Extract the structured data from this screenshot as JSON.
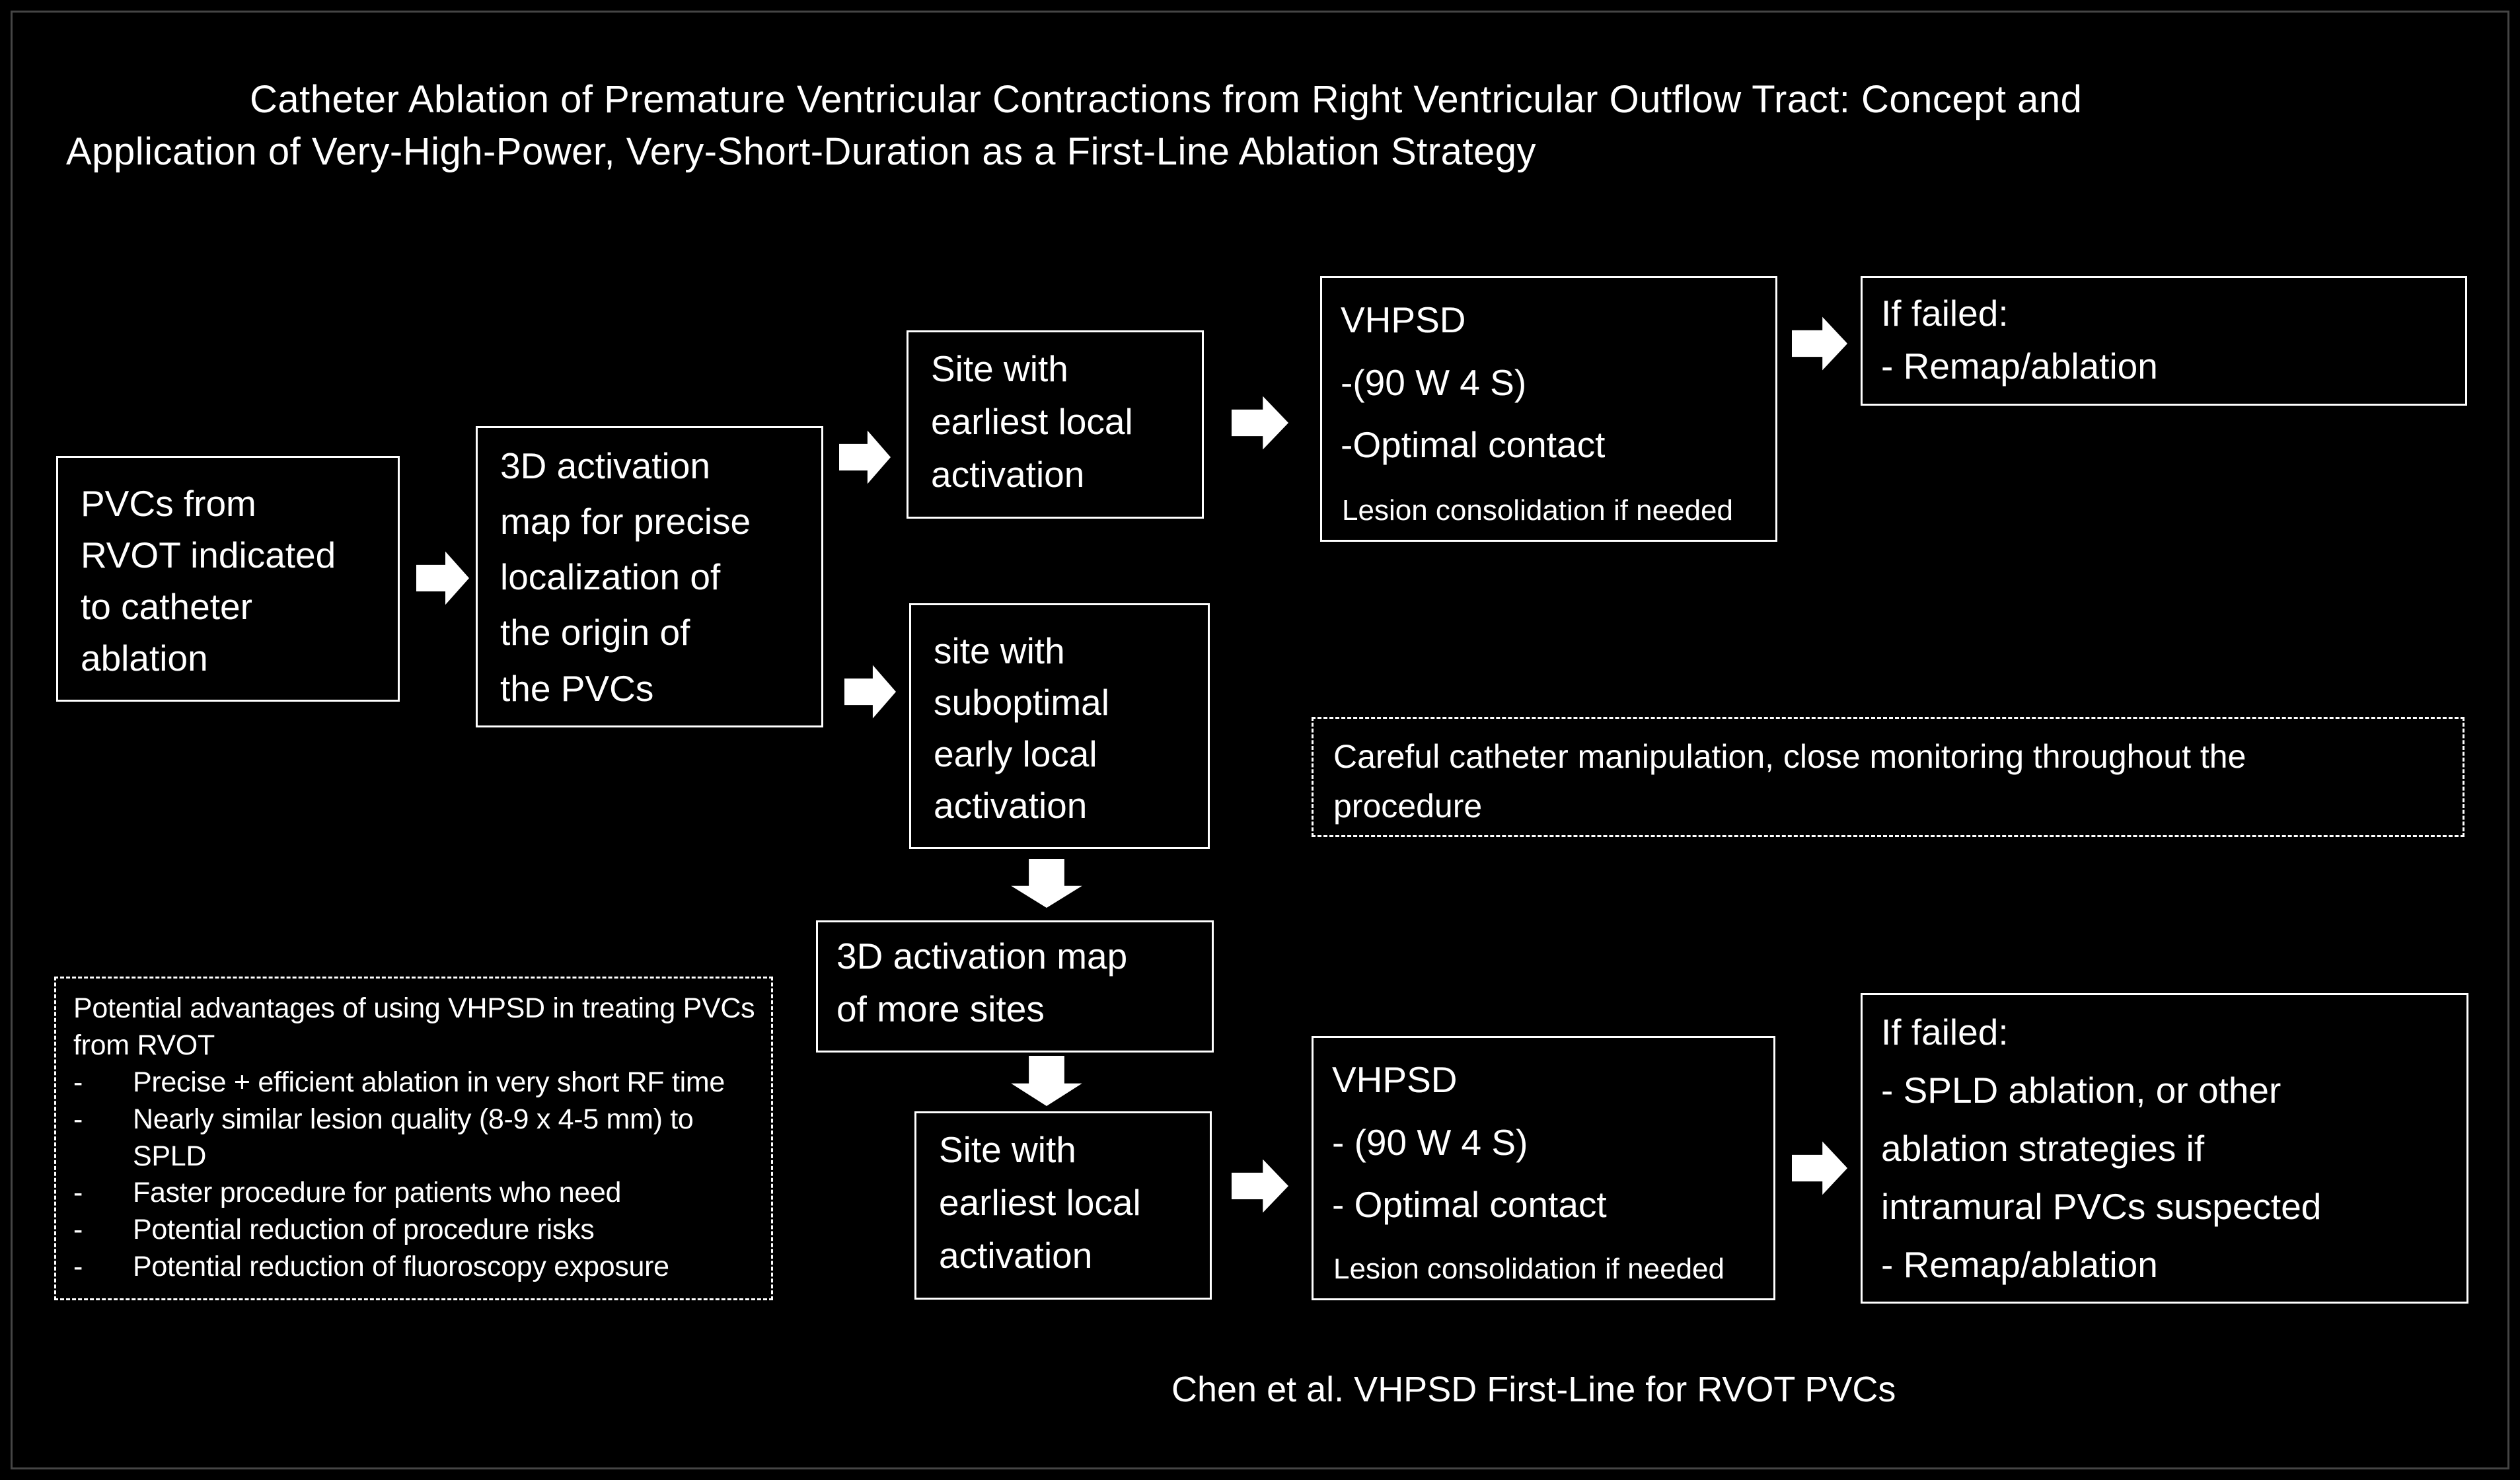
{
  "title": {
    "line1": "Catheter Ablation of Premature Ventricular Contractions from Right Ventricular Outflow Tract: Concept and",
    "line2": "Application of Very-High-Power, Very-Short-Duration as a First-Line Ablation Strategy"
  },
  "boxes": {
    "pvcs": {
      "lines": [
        "PVCs from",
        "RVOT indicated",
        "to catheter",
        "ablation"
      ]
    },
    "map3d": {
      "lines": [
        "3D activation",
        "map for precise",
        "localization of",
        "the origin of",
        "the PVCs"
      ]
    },
    "site_top": {
      "lines": [
        "Site with",
        "earliest local",
        "activation"
      ]
    },
    "vhpsd_top": {
      "lines": [
        "VHPSD",
        "-(90 W 4 S)",
        "-Optimal contact"
      ],
      "note": "Lesion consolidation if needed"
    },
    "if_failed_top": {
      "lines": [
        "If failed:",
        "- Remap/ablation"
      ]
    },
    "suboptimal": {
      "lines": [
        "site with",
        "suboptimal",
        "early local",
        "activation"
      ]
    },
    "careful": {
      "lines": [
        "Careful catheter manipulation, close monitoring throughout the",
        "procedure"
      ]
    },
    "map_more": {
      "lines": [
        "3D activation map",
        "of more sites"
      ]
    },
    "advantages": {
      "header_lines": [
        "Potential advantages of using VHPSD in treating PVCs",
        "from RVOT"
      ],
      "bullet_char": "-",
      "bullets": [
        {
          "lines": [
            "Precise + efficient ablation in very short RF time"
          ]
        },
        {
          "lines": [
            "Nearly similar lesion quality (8-9 x 4-5 mm) to",
            "SPLD"
          ]
        },
        {
          "lines": [
            "Faster procedure for patients who need"
          ]
        },
        {
          "lines": [
            "Potential reduction of procedure risks"
          ]
        },
        {
          "lines": [
            "Potential reduction of fluoroscopy exposure"
          ]
        }
      ]
    },
    "site_bottom": {
      "lines": [
        "Site with",
        "earliest local",
        "activation"
      ]
    },
    "vhpsd_bottom": {
      "lines": [
        "VHPSD",
        "- (90 W 4 S)",
        "- Optimal contact"
      ],
      "note": "Lesion consolidation if needed"
    },
    "if_failed_bottom": {
      "lines": [
        "If failed:",
        "- SPLD ablation, or other",
        "ablation strategies if",
        "intramural PVCs suspected",
        "- Remap/ablation"
      ]
    }
  },
  "caption": "Chen et al. VHPSD First-Line for RVOT PVCs",
  "icons": {
    "flow_arrow_right": "right-block-arrow",
    "flow_arrow_down": "down-block-arrow"
  },
  "colors": {
    "background": "#000000",
    "text": "#ffffff",
    "box_border": "#ffffff",
    "dashed_border": "#ffffff",
    "arrow_fill": "#ffffff",
    "frame_border": "#454545"
  }
}
